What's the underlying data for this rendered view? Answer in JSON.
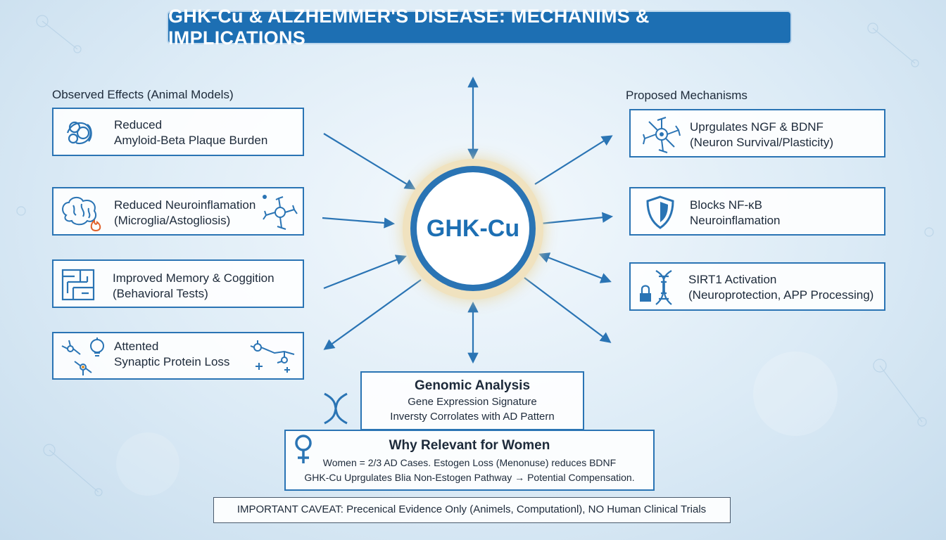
{
  "title": "GHK-Cu & ALZHEMMER'S DISEASE: MECHANIMS & IMPLICATIONS",
  "left_heading": "Observed Effects (Animal Models)",
  "right_heading": "Proposed Mechanisms",
  "center_label": "GHK-Cu",
  "effects": [
    {
      "line1": "Reduced",
      "line2": "Amyloid-Beta Plaque Burden",
      "icon": "amyloid-plaque-icon"
    },
    {
      "line1": "Reduced Neuroinflamation",
      "line2": "(Microglia/Astogliosis)",
      "icon": "inflamed-brain-icon"
    },
    {
      "line1": "Improved Memory & Coggition",
      "line2": "(Behavioral Tests)",
      "icon": "maze-icon"
    },
    {
      "line1": "Attented",
      "line2": "Synaptic Protein Loss",
      "icon": "synapse-icon"
    }
  ],
  "mechanisms": [
    {
      "line1": "Uprgulates NGF & BDNF",
      "line2": "(Neuron Survival/Plasticity)",
      "icon": "neuron-icon"
    },
    {
      "line1": "Blocks NF-κB",
      "line2": "Neuroinflamation",
      "icon": "shield-icon"
    },
    {
      "line1": "SIRT1 Activation",
      "line2": "(Neuroprotection, APP Processing)",
      "icon": "dna-lock-icon"
    }
  ],
  "genomic": {
    "title": "Genomic Analysis",
    "line1": "Gene Expression Signature",
    "line2": "Inversty Corrolates with AD Pattern"
  },
  "women": {
    "title": "Why Relevant for Women",
    "line1": "Women = 2/3 AD Cases. Estogen Loss (Menonuse) reduces BDNF",
    "line2": "GHK-Cu Uprgulates Blia Non-Estogen Pathway → Potential Compensation."
  },
  "caveat": "IMPORTANT CAVEAT: Precenical Evidence Only (Animels, Computationl), NO Human Clinical Trials",
  "colors": {
    "primary": "#2a74b4",
    "banner": "#1d6fb3",
    "ring": "#f0e2bf"
  }
}
